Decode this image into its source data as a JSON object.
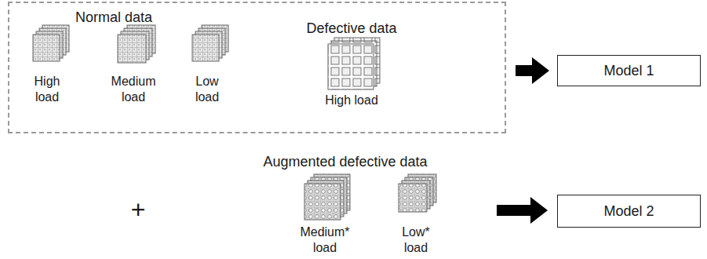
{
  "diagram": {
    "nodes": [
      {
        "text": [
          "Normal data",
          "Defective data"
        ]
      },
      {
        "text": [
          "Model 1"
        ]
      },
      {
        "text": [
          "Model 2"
        ]
      }
    ],
    "edges": [
      {
        "from": 0,
        "to": 1,
        "arrow": "to"
      }
    ],
    "labels": [
      "High load",
      "Medium load",
      "Low load",
      "High load",
      "+",
      "Augmented defective data",
      "Medium* load",
      "Low* load"
    ]
  }
}
